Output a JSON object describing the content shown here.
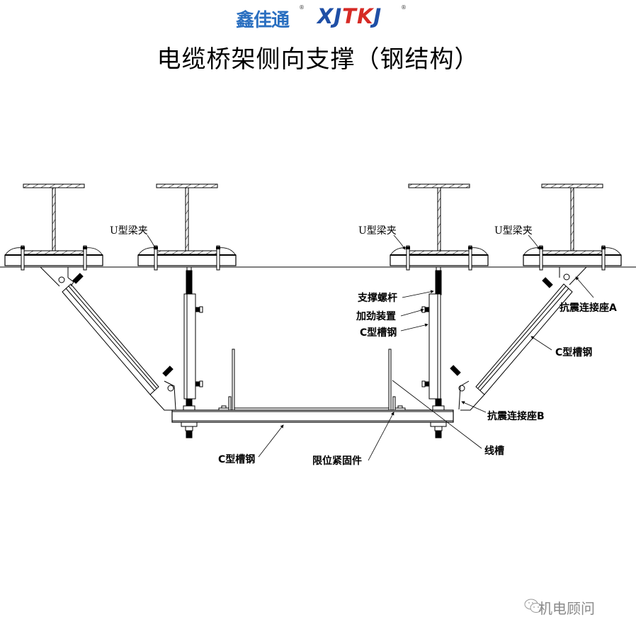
{
  "header": {
    "logo_cn": "鑫佳通",
    "logo_en_part1": "XJ",
    "logo_en_part2": "TK",
    "logo_en_part3": "J",
    "registered_mark": "®",
    "title": "电缆桥架侧向支撑（钢结构）"
  },
  "colors": {
    "logo_blue": "#2a6fc0",
    "logo_en_blue": "#1f4fa6",
    "logo_red": "#d62a25",
    "line": "#000000",
    "watermark": "#8a8a8a"
  },
  "labels": {
    "u_clamp_1": "U型梁夹",
    "u_clamp_2": "U型梁夹",
    "u_clamp_3": "U型梁夹",
    "support_rod": "支撑螺杆",
    "stiffener": "加劲装置",
    "c_channel_vertical": "C型槽钢",
    "seismic_seat_a": "抗震连接座A",
    "c_channel_diagonal": "C型槽钢",
    "seismic_seat_b": "抗震连接座B",
    "c_channel_bottom": "C型槽钢",
    "limit_fastener": "限位紧固件",
    "cable_tray": "线槽"
  },
  "watermark": {
    "icon": "wechat-icon",
    "text": "机电顾问"
  }
}
